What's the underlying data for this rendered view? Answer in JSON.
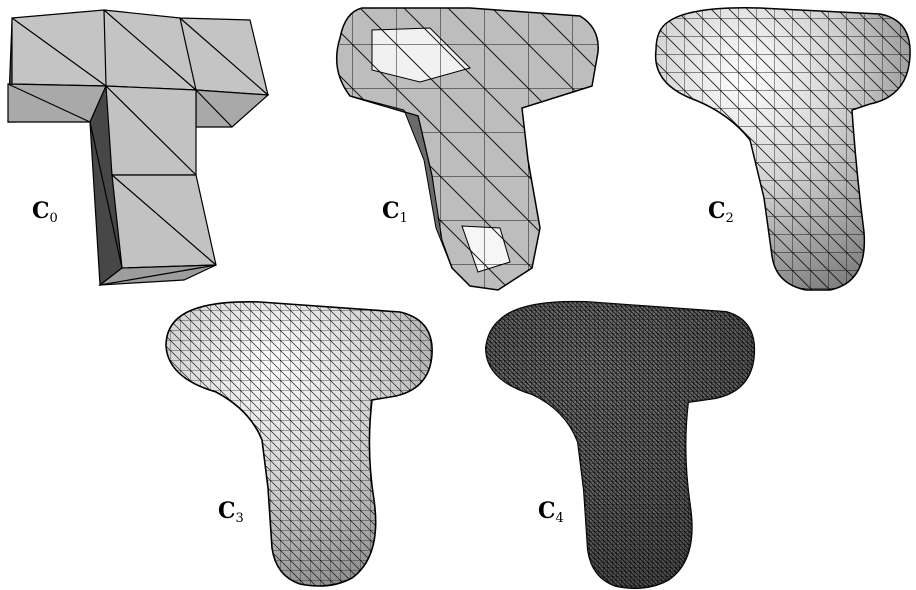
{
  "figure": {
    "panels": [
      {
        "id": "c0",
        "label_main": "C",
        "label_sub": "0"
      },
      {
        "id": "c1",
        "label_main": "C",
        "label_sub": "1"
      },
      {
        "id": "c2",
        "label_main": "C",
        "label_sub": "2"
      },
      {
        "id": "c3",
        "label_main": "C",
        "label_sub": "3"
      },
      {
        "id": "c4",
        "label_main": "C",
        "label_sub": "4"
      }
    ]
  },
  "colors": {
    "face_light": "#c9c9c9",
    "face_mid": "#a8a8a8",
    "face_dark": "#5a5a5a",
    "face_darkest": "#454545",
    "highlight": "#f4f4f4",
    "edge": "#000000",
    "background": "#ffffff"
  }
}
